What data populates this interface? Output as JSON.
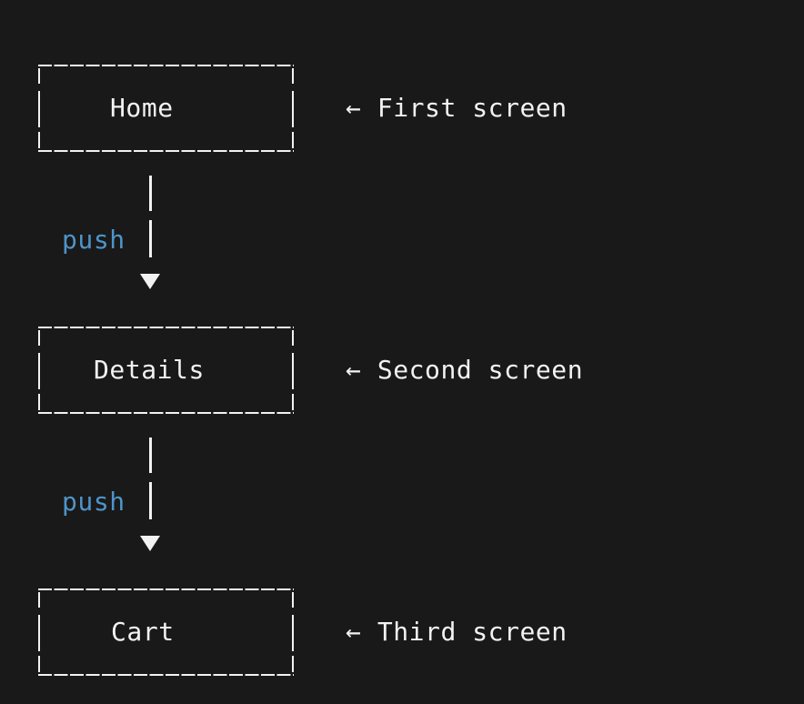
{
  "theme": {
    "bg": "#191919",
    "fg": "#f2f2f2",
    "accent": "#4e94c8"
  },
  "diagram": {
    "title_semantic": "navigation-stack-flow",
    "push_label": "push",
    "arrow_head_icon": "▼",
    "steps": [
      {
        "screen": "Home",
        "annotation": "← First screen"
      },
      {
        "screen": "Details",
        "annotation": "← Second screen"
      },
      {
        "screen": "Cart",
        "annotation": "← Third screen"
      }
    ]
  }
}
